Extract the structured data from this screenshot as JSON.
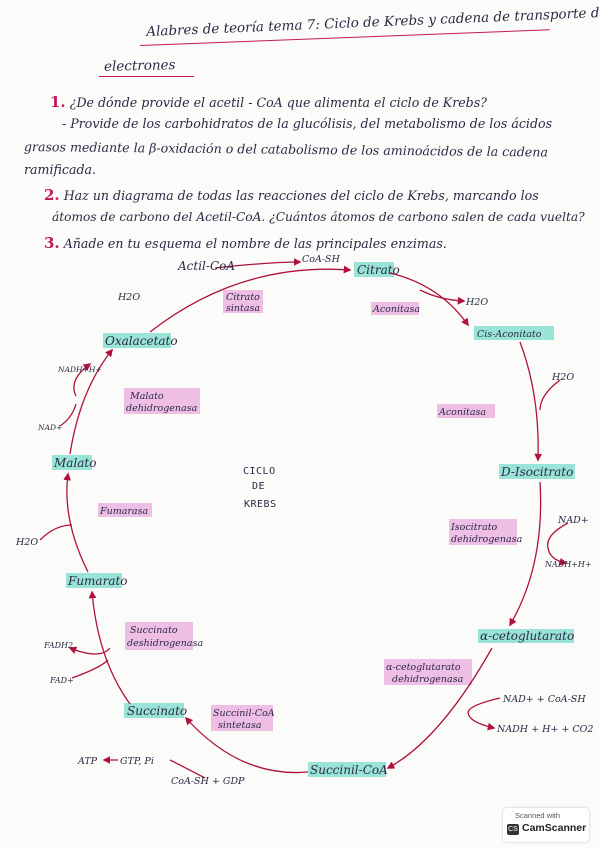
{
  "header": {
    "title_line1": "Alabres de teoría tema 7: Ciclo de Krebs y cadena de transporte de",
    "title_line2": "electrones"
  },
  "questions": [
    {
      "number": "1.",
      "text": "¿De dónde provide el acetil - CoA que alimenta el ciclo de Krebs?"
    },
    {
      "number": "",
      "text": "- Provide de los carbohidratos de la glucólisis, del metabolismo de los ácidos"
    },
    {
      "number": "",
      "text": "grasos mediante la β-oxidación o del catabolismo de los aminoácidos de la cadena"
    },
    {
      "number": "",
      "text": "ramificada."
    },
    {
      "number": "2.",
      "text": "Haz un diagrama de todas las reacciones del ciclo de Krebs, marcando los"
    },
    {
      "number": "",
      "text": "átomos de carbono del Acetil-CoA. ¿Cuántos átomos de carbono salen de cada vuelta?"
    },
    {
      "number": "3.",
      "text": "Añade en tu esquema el nombre de las principales enzimas."
    }
  ],
  "diagram": {
    "center": [
      "CICLO",
      "DE",
      "KREBS"
    ],
    "metabolites": {
      "acetil_coa": "Actil-CoA",
      "citrato": "Citrato",
      "cis_aconitato": "Cis-Aconitato",
      "isocitrato": "D-Isocitrato",
      "alfa_cetoglutarato": "α-cetoglutarato",
      "succinil_coa": "Succinil-CoA",
      "succinato": "Succinato",
      "fumarato": "Fumarato",
      "malato": "Malato",
      "oxalacetato": "Oxalacetato"
    },
    "enzymes": {
      "citrato_sintasa": [
        "Citrato",
        "sintasa"
      ],
      "aconitasa_1": "Aconitasa",
      "aconitasa_2": "Aconitasa",
      "isocitrato_dh": [
        "Isocitrato",
        "dehidrogenasa"
      ],
      "cetoglutarato_dh": [
        "α-cetoglutarato",
        "dehidrogenasa"
      ],
      "succinil_coa_sintetasa": [
        "Succinil-CoA",
        "sintetasa"
      ],
      "succinato_dh": [
        "Succinato",
        "deshidrogenasa"
      ],
      "fumarasa": "Fumarasa",
      "malato_dh": [
        "Malato",
        "dehidrogenasa"
      ]
    },
    "cofactors": {
      "coa_sh_top": "CoA-SH",
      "h2o_left_top": "H2O",
      "h2o_right": "H2O",
      "h2o_isocitrato": "H2O",
      "nad_isocitrato": "NAD+",
      "nadh_isocitrato": "NADH+H+",
      "nad_coa_in": "NAD+ + CoA-SH",
      "nadh_co2_out": "NADH + H+ + CO2",
      "coa_gdp": "CoA-SH + GDP",
      "gtp_pi": "GTP, Pi",
      "atp": "ATP",
      "fadh2": "FADH2",
      "fad": "FAD+",
      "h2o_fumarato": "H2O",
      "nadh_malato": "NADH+H+",
      "nad_malato": "NAD+"
    }
  },
  "watermark": {
    "line1": "Scanned with",
    "logo": "CS",
    "brand": "CamScanner"
  },
  "colors": {
    "ink": "#2b2a45",
    "accent_red": "#c2185b",
    "arrow": "#b0123f",
    "highlight_pink": "#e9a9dc",
    "highlight_teal": "#79dccb"
  }
}
